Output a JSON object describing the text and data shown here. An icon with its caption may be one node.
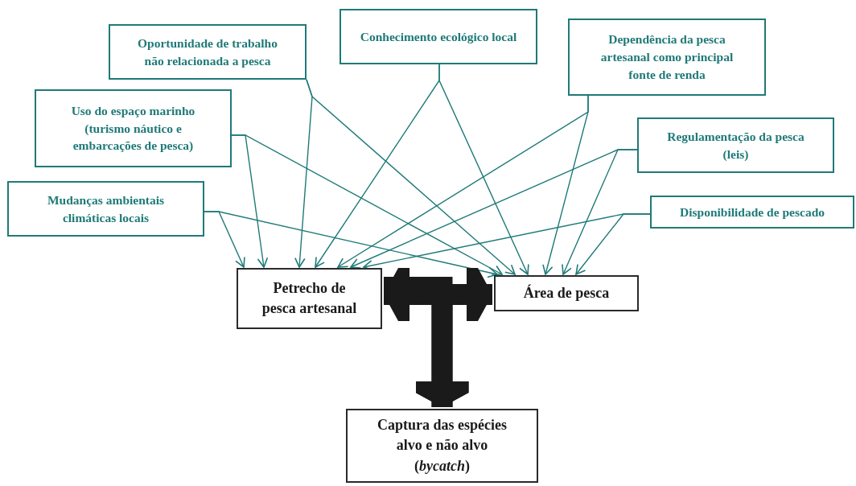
{
  "diagram": {
    "nodes": [
      {
        "text": [
          "Oportunidade de trabalho não relacionada a pesca"
        ]
      },
      {
        "text": [
          "Conhecimento ecológico local"
        ]
      },
      {
        "text": [
          "Dependência da pesca artesanal como principal fonte de renda"
        ]
      },
      {
        "text": [
          "Uso do espaço marinho (turismo náutico e embarcações de pesca)"
        ]
      },
      {
        "text": [
          "Regulamentação da pesca (leis)"
        ]
      },
      {
        "text": [
          "Mudanças ambientais climáticas locais"
        ]
      },
      {
        "text": [
          "Disponibilidade de pescado"
        ]
      },
      {
        "text": [
          "Petrecho de pesca artesanal"
        ]
      },
      {
        "text": [
          "Área de pesca"
        ]
      },
      {
        "text": [
          "Captura das espécies alvo e não alvo (*bycatch*)"
        ]
      }
    ],
    "edges": [
      {
        "from": 0,
        "to": 7,
        "arrow": "to"
      },
      {
        "from": 0,
        "to": 8,
        "arrow": "to"
      },
      {
        "from": 1,
        "to": 7,
        "arrow": "to"
      },
      {
        "from": 1,
        "to": 8,
        "arrow": "to"
      },
      {
        "from": 2,
        "to": 7,
        "arrow": "to"
      },
      {
        "from": 2,
        "to": 8,
        "arrow": "to"
      },
      {
        "from": 3,
        "to": 7,
        "arrow": "to"
      },
      {
        "from": 3,
        "to": 8,
        "arrow": "to"
      },
      {
        "from": 4,
        "to": 7,
        "arrow": "to"
      },
      {
        "from": 4,
        "to": 8,
        "arrow": "to"
      },
      {
        "from": 5,
        "to": 7,
        "arrow": "to"
      },
      {
        "from": 5,
        "to": 8,
        "arrow": "to"
      },
      {
        "from": 6,
        "to": 7,
        "arrow": "to"
      },
      {
        "from": 6,
        "to": 8,
        "arrow": "to"
      },
      {
        "from": 7,
        "to": 8,
        "arrow": "both",
        "style": "thick",
        "color": "#1a1a1a"
      },
      {
        "from": 7,
        "to": 9,
        "arrow": "to",
        "style": "thick",
        "color": "#1a1a1a"
      },
      {
        "from": 8,
        "to": 9,
        "arrow": "to",
        "style": "thick",
        "color": "#1a1a1a"
      }
    ]
  }
}
